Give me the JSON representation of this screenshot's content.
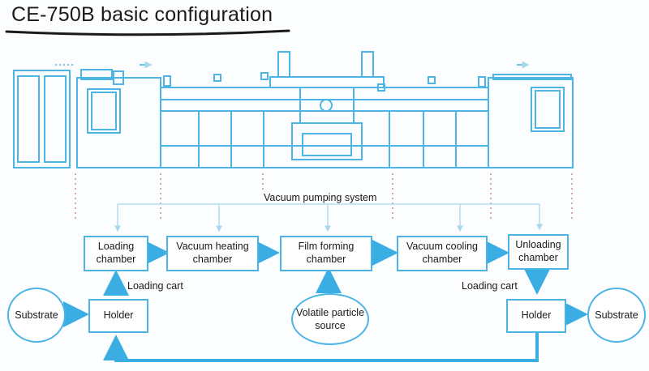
{
  "title": "CE-750B basic configuration",
  "vacuum_label": "Vacuum pumping system",
  "chambers": {
    "loading": "Loading chamber",
    "heating": "Vacuum heating chamber",
    "film": "Film forming chamber",
    "cooling": "Vacuum cooling chamber",
    "unloading": "Unloading chamber"
  },
  "left": {
    "substrate": "Substrate",
    "holder": "Holder",
    "cart": "Loading cart"
  },
  "right": {
    "substrate": "Substrate",
    "holder": "Holder",
    "cart": "Loading cart"
  },
  "source": "Volatile particle source",
  "colors": {
    "line": "#4db4e6",
    "thin": "#a8d8ef",
    "dots": "#c98f8f",
    "arrow": "#3aaee3"
  }
}
